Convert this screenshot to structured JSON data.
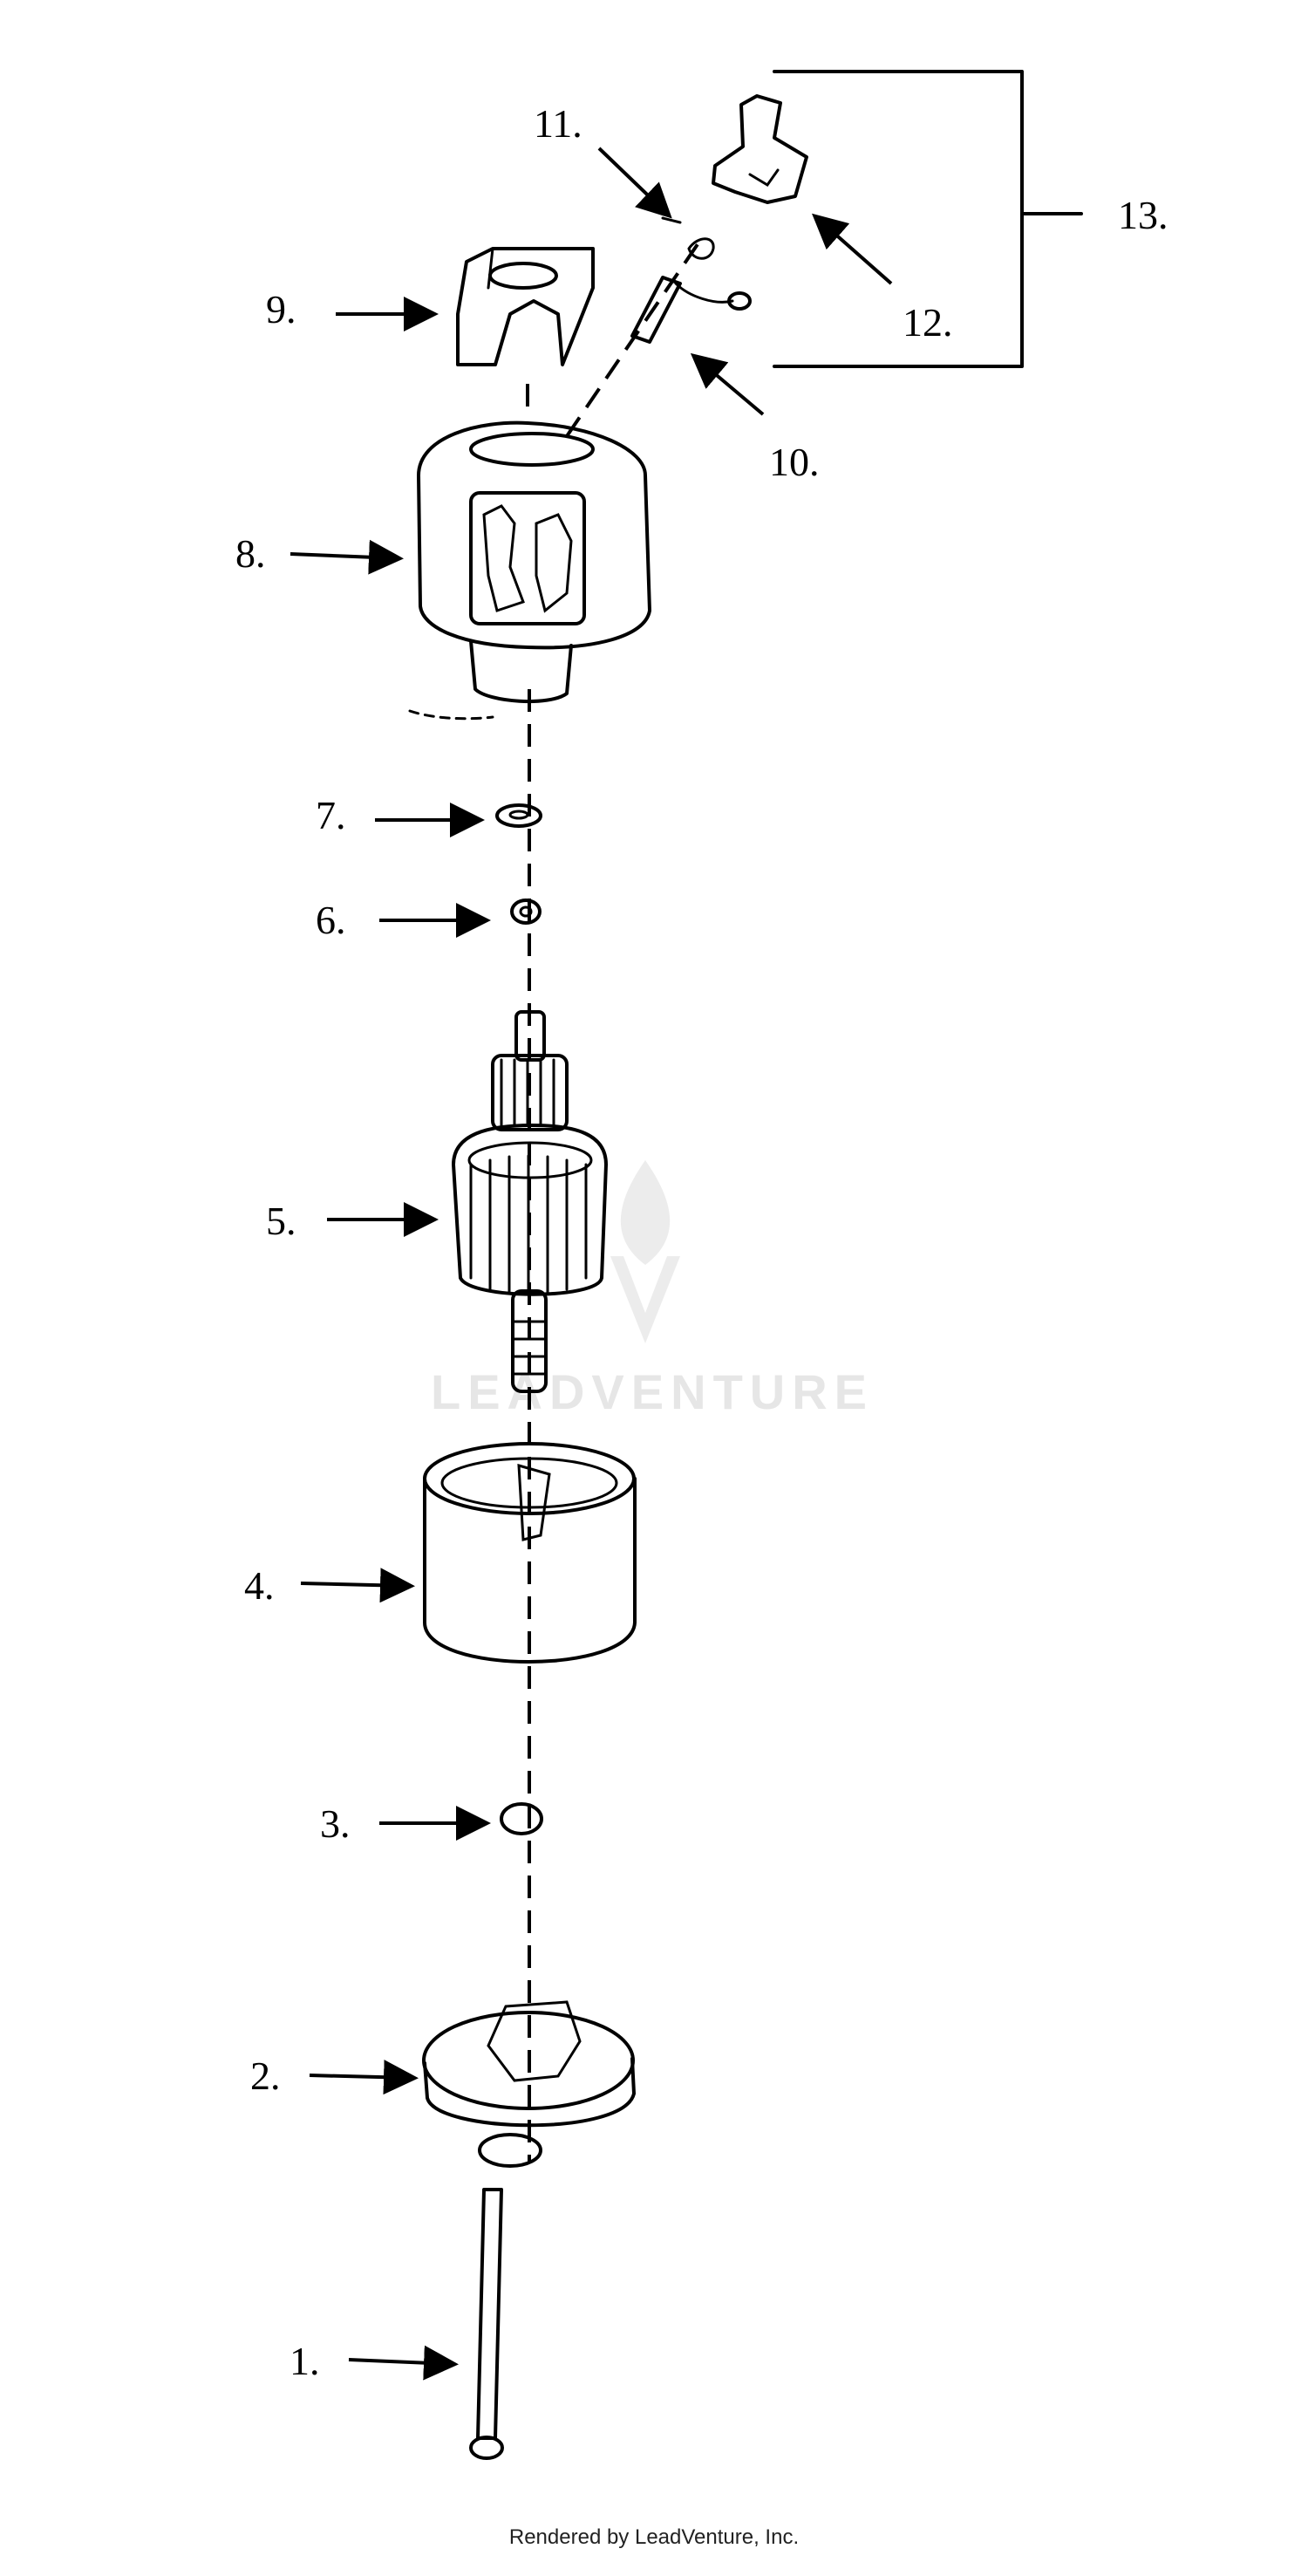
{
  "diagram": {
    "callouts": [
      {
        "id": "1",
        "text": "1."
      },
      {
        "id": "2",
        "text": "2."
      },
      {
        "id": "3",
        "text": "3."
      },
      {
        "id": "4",
        "text": "4."
      },
      {
        "id": "5",
        "text": "5."
      },
      {
        "id": "6",
        "text": "6."
      },
      {
        "id": "7",
        "text": "7."
      },
      {
        "id": "8",
        "text": "8."
      },
      {
        "id": "9",
        "text": "9."
      },
      {
        "id": "10",
        "text": "10."
      },
      {
        "id": "11",
        "text": "11."
      },
      {
        "id": "12",
        "text": "12."
      },
      {
        "id": "13",
        "text": "13."
      }
    ]
  },
  "watermark": {
    "text": "LEADVENTURE"
  },
  "footer": {
    "text": "Rendered by LeadVenture, Inc."
  }
}
